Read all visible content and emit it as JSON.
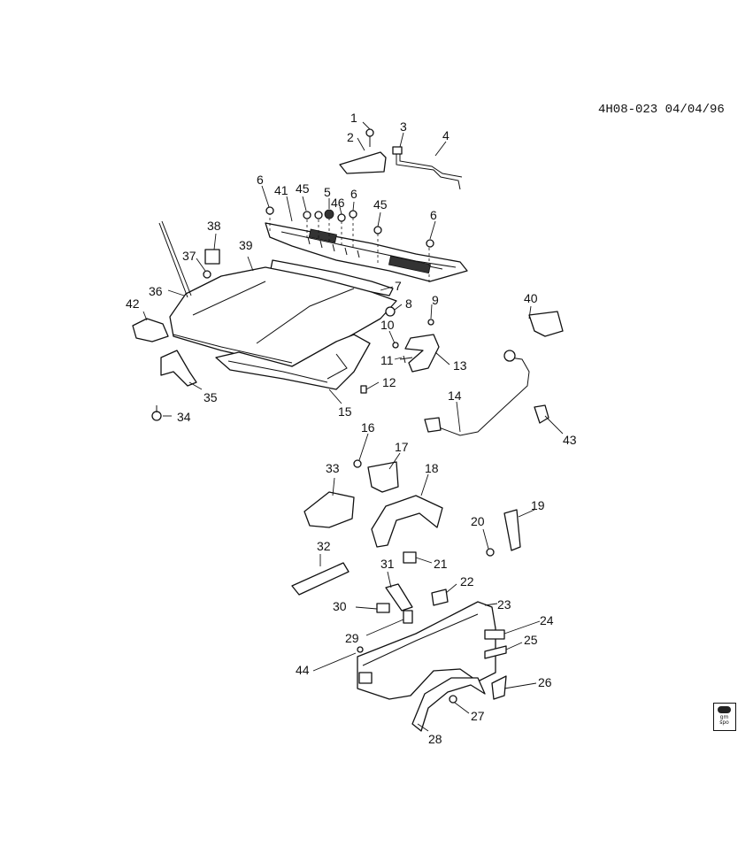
{
  "header": {
    "reference": "4H08-023 04/04/96"
  },
  "logo": {
    "name": "gm-spo-logo",
    "text": "gm spo"
  },
  "callouts": [
    {
      "id": "callout-1",
      "label": "1"
    },
    {
      "id": "callout-2",
      "label": "2"
    },
    {
      "id": "callout-3",
      "label": "3"
    },
    {
      "id": "callout-4",
      "label": "4"
    },
    {
      "id": "callout-5",
      "label": "5"
    },
    {
      "id": "callout-6a",
      "label": "6"
    },
    {
      "id": "callout-6b",
      "label": "6"
    },
    {
      "id": "callout-6c",
      "label": "6"
    },
    {
      "id": "callout-7",
      "label": "7"
    },
    {
      "id": "callout-8",
      "label": "8"
    },
    {
      "id": "callout-9",
      "label": "9"
    },
    {
      "id": "callout-10",
      "label": "10"
    },
    {
      "id": "callout-11",
      "label": "11"
    },
    {
      "id": "callout-12",
      "label": "12"
    },
    {
      "id": "callout-13",
      "label": "13"
    },
    {
      "id": "callout-14",
      "label": "14"
    },
    {
      "id": "callout-15",
      "label": "15"
    },
    {
      "id": "callout-16",
      "label": "16"
    },
    {
      "id": "callout-17",
      "label": "17"
    },
    {
      "id": "callout-18",
      "label": "18"
    },
    {
      "id": "callout-19",
      "label": "19"
    },
    {
      "id": "callout-20",
      "label": "20"
    },
    {
      "id": "callout-21",
      "label": "21"
    },
    {
      "id": "callout-22",
      "label": "22"
    },
    {
      "id": "callout-23",
      "label": "23"
    },
    {
      "id": "callout-24",
      "label": "24"
    },
    {
      "id": "callout-25",
      "label": "25"
    },
    {
      "id": "callout-26",
      "label": "26"
    },
    {
      "id": "callout-27",
      "label": "27"
    },
    {
      "id": "callout-28",
      "label": "28"
    },
    {
      "id": "callout-29",
      "label": "29"
    },
    {
      "id": "callout-30",
      "label": "30"
    },
    {
      "id": "callout-31",
      "label": "31"
    },
    {
      "id": "callout-32",
      "label": "32"
    },
    {
      "id": "callout-33",
      "label": "33"
    },
    {
      "id": "callout-34",
      "label": "34"
    },
    {
      "id": "callout-35",
      "label": "35"
    },
    {
      "id": "callout-36",
      "label": "36"
    },
    {
      "id": "callout-37",
      "label": "37"
    },
    {
      "id": "callout-38",
      "label": "38"
    },
    {
      "id": "callout-39",
      "label": "39"
    },
    {
      "id": "callout-40",
      "label": "40"
    },
    {
      "id": "callout-41",
      "label": "41"
    },
    {
      "id": "callout-42",
      "label": "42"
    },
    {
      "id": "callout-43",
      "label": "43"
    },
    {
      "id": "callout-44",
      "label": "44"
    },
    {
      "id": "callout-45a",
      "label": "45"
    },
    {
      "id": "callout-45b",
      "label": "45"
    },
    {
      "id": "callout-46",
      "label": "46"
    }
  ]
}
